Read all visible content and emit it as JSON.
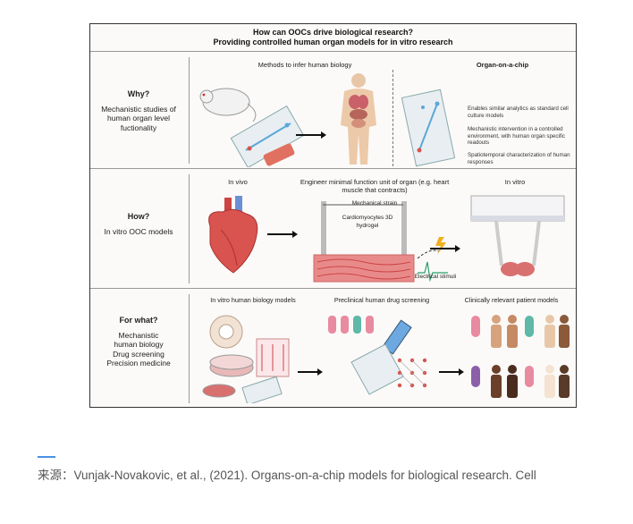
{
  "figure": {
    "title_line1": "How can OOCs drive biological research?",
    "title_line2": "Providing controlled human organ models for in vitro research",
    "rows": [
      {
        "heading": "Why?",
        "text": "Mechanistic studies of human organ level fuctionality",
        "col_a_title": "Methods to infer human biology",
        "col_b_title": "Organ-on-a-chip",
        "bullets": [
          "Enables similar analytics as standard cell culture models",
          "Mechanistic intervention in a controlled environment, with human organ specific readouts",
          "Spatiotemporal characterization of human responses"
        ]
      },
      {
        "heading": "How?",
        "text": "In vitro OOC models",
        "col_a_title": "In vivo",
        "col_b_title": "Engineer minimal function unit of organ (e.g. heart muscle that contracts)",
        "col_c_title": "In vitro",
        "strain_label": "Mechanical strain",
        "cells_label": "Cardiomyocytes 3D hydrogel",
        "stimuli_label": "Electrical stimuli"
      },
      {
        "heading": "For what?",
        "text_lines": [
          "Mechanistic",
          "human biology",
          "Drug screening",
          "Precision medicine"
        ],
        "col_a_title": "In vitro human biology models",
        "col_b_title": "Preclinical human drug screening",
        "col_c_title": "Clinically relevant patient models"
      }
    ]
  },
  "caption": {
    "source": "来源：Vunjak-Novakovic, et al., (2021). Organs-on-a-chip models for biological research. Cell"
  },
  "colors": {
    "accent": "#4a90e2",
    "tissue": "#d9534f",
    "capsule_pink": "#e88aa0",
    "capsule_teal": "#5fb8a8",
    "capsule_purple": "#8a5fa8"
  }
}
